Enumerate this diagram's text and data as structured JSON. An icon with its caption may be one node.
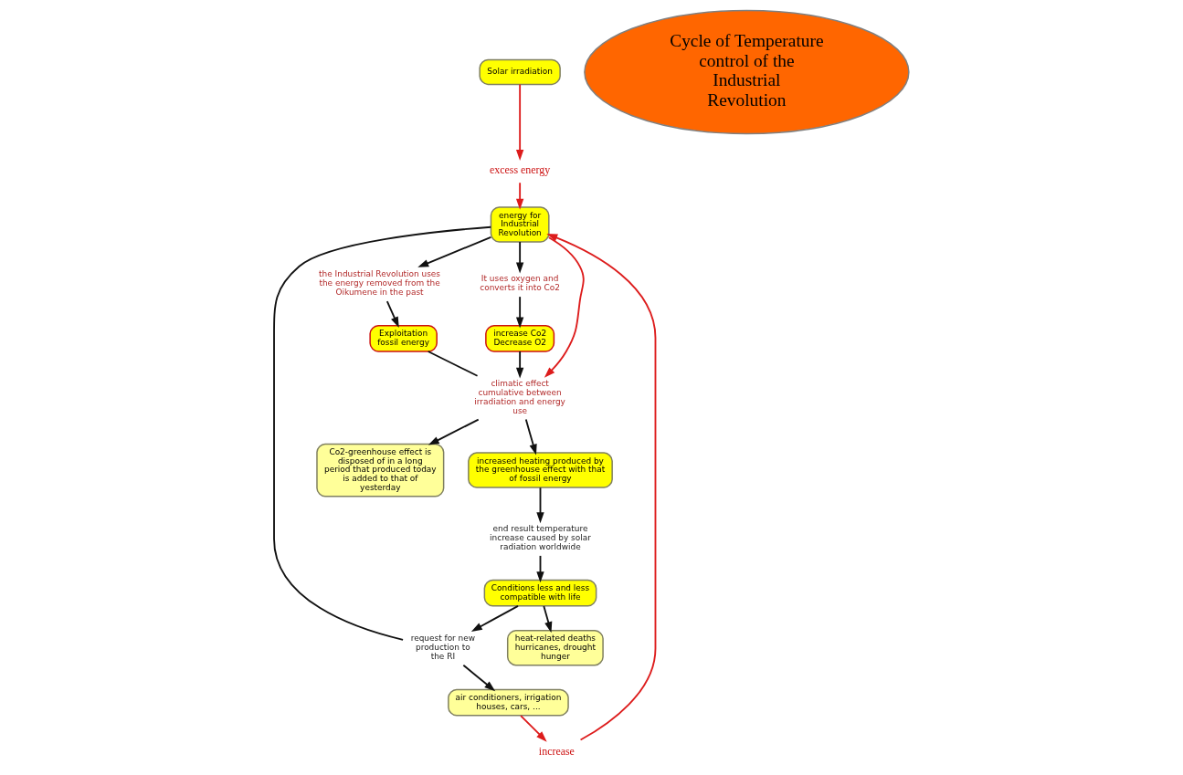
{
  "diagram": {
    "nodes": [
      {
        "text": [
          "Solar irradiation"
        ]
      },
      {
        "text": [
          "excess energy"
        ]
      },
      {
        "text": [
          "energy for Industrial Revolution"
        ]
      },
      {
        "text": [
          "increase"
        ]
      },
      {
        "text": [
          "air conditioners, irrigation houses, cars, ..."
        ]
      },
      {
        "text": [
          "request for new production to the RI"
        ]
      },
      {
        "text": [
          "the Industrial Revolution uses the energy removed from the Oikumene in the past"
        ]
      },
      {
        "text": [
          "It uses oxygen and converts it into Co2"
        ]
      },
      {
        "text": [
          "increase Co2 Decrease O2"
        ]
      },
      {
        "text": [
          "Exploitation fossil energy"
        ]
      },
      {
        "text": [
          "Cycle of Temperature control of the Industrial Revolution"
        ]
      },
      {
        "text": [
          "climatic effect cumulative between irradiation and energy use"
        ]
      },
      {
        "text": [
          "Co2-greenhouse effect is disposed of in a long period that produced today is added to that of yesterday"
        ]
      },
      {
        "text": [
          "increased heating produced by the greenhouse effect with that of fossil energy"
        ]
      },
      {
        "text": [
          "end result temperature increase caused by solar radiation worldwide"
        ]
      },
      {
        "text": [
          "Conditions less and less compatible with life"
        ]
      },
      {
        "text": [
          "heat-related deaths hurricanes, drought hunger"
        ]
      }
    ],
    "edges": [
      {
        "from": 0,
        "to": 1,
        "arrow": "to",
        "color": "#dd1c1c"
      },
      {
        "from": 1,
        "to": 2,
        "arrow": "to",
        "color": "#dd1c1c"
      },
      {
        "from": 4,
        "to": 3,
        "arrow": "to",
        "color": "#dd1c1c"
      },
      {
        "from": 3,
        "to": 2,
        "arrow": "to",
        "color": "#dd1c1c"
      },
      {
        "from": 2,
        "to": 5,
        "arrow": "none"
      },
      {
        "from": 5,
        "to": 4,
        "arrow": "to"
      },
      {
        "from": 2,
        "to": 6,
        "arrow": "to"
      },
      {
        "from": 2,
        "to": 7,
        "arrow": "to"
      },
      {
        "from": 2,
        "to": 11,
        "arrow": "to",
        "color": "#dd1c1c"
      },
      {
        "from": 6,
        "to": 9,
        "arrow": "to"
      },
      {
        "from": 7,
        "to": 8,
        "arrow": "to"
      },
      {
        "from": 8,
        "to": 11,
        "arrow": "to"
      },
      {
        "from": 9,
        "to": 11,
        "arrow": "none"
      },
      {
        "from": 11,
        "to": 12,
        "arrow": "to"
      },
      {
        "from": 11,
        "to": 13,
        "arrow": "to"
      },
      {
        "from": 13,
        "to": 14,
        "arrow": "to"
      },
      {
        "from": 14,
        "to": 15,
        "arrow": "to"
      },
      {
        "from": 15,
        "to": 16,
        "arrow": "to"
      },
      {
        "from": 15,
        "to": 5,
        "arrow": "to"
      }
    ]
  }
}
